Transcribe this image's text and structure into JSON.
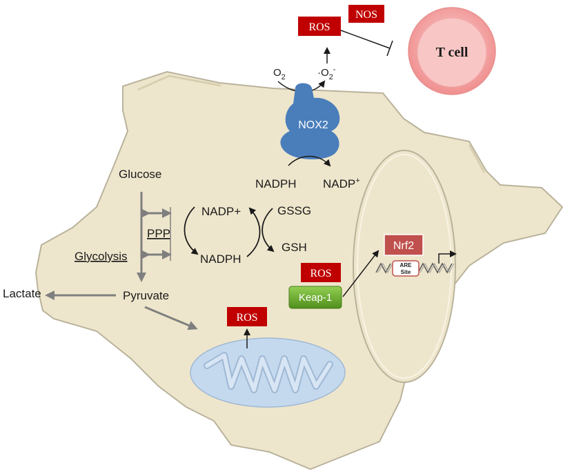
{
  "labels": {
    "ros_top": "ROS",
    "nos": "NOS",
    "t_cell": "T cell",
    "o2": "O",
    "o2_sub": "2",
    "superoxide": "·O",
    "superoxide_sub": "2",
    "superoxide_sup": "-",
    "nox2": "NOX2",
    "nadph_top": "NADPH",
    "nadp_top": "NADP",
    "nadp_top_sup": "+",
    "glucose": "Glucose",
    "ppp": "PPP",
    "glycolysis": "Glycolysis",
    "nadp_plus": "NADP+",
    "nadph_mid": "NADPH",
    "gssg": "GSSG",
    "gsh": "GSH",
    "pyruvate": "Pyruvate",
    "lactate": "Lactate",
    "ros_mid": "ROS",
    "keap1": "Keap-1",
    "nrf2": "Nrf2",
    "are_line1": "ARE",
    "are_line2": "Site",
    "ros_mito": "ROS"
  },
  "colors": {
    "cell_fill": "#eee6cc",
    "ros_box": "#c00000",
    "nox2": "#4a7ebb",
    "tcell": "#f4b6b6",
    "keap1": "#6cae2e",
    "nrf2": "#c0504d",
    "mito": "#c5d9ee"
  }
}
